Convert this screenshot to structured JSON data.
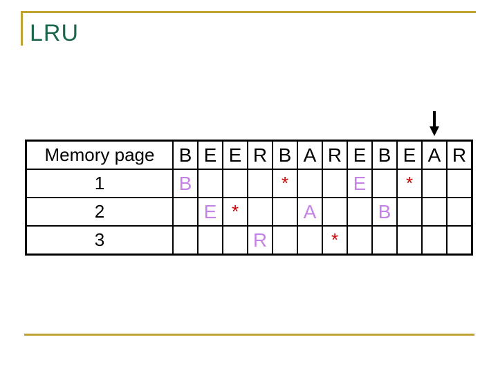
{
  "slide": {
    "title": "LRU",
    "colors": {
      "title_green": "#1A684B",
      "gold": "#C0A231",
      "letter_purple": "#C683E6",
      "star_red": "#CC0000",
      "highlight_yellow": "#FFFF66",
      "table_border": "#000000"
    }
  },
  "table": {
    "header_label": "Memory page",
    "references": [
      "B",
      "E",
      "E",
      "R",
      "B",
      "A",
      "R",
      "E",
      "B",
      "E",
      "A",
      "R"
    ],
    "rows": [
      {
        "label": "1",
        "cells": [
          {
            "text": "B",
            "kind": "letter"
          },
          {},
          {},
          {},
          {
            "text": "*",
            "kind": "star"
          },
          {},
          {},
          {
            "text": "E",
            "kind": "letter"
          },
          {},
          {
            "text": "*",
            "kind": "star",
            "hl": true
          },
          {},
          {}
        ]
      },
      {
        "label": "2",
        "cells": [
          {},
          {
            "text": "E",
            "kind": "letter"
          },
          {
            "text": "*",
            "kind": "star"
          },
          {},
          {},
          {
            "text": "A",
            "kind": "letter"
          },
          {},
          {},
          {
            "text": "B",
            "kind": "letter",
            "hl": true
          },
          {
            "hl": true
          },
          {},
          {}
        ]
      },
      {
        "label": "3",
        "cells": [
          {},
          {},
          {},
          {
            "text": "R",
            "kind": "letter"
          },
          {},
          {},
          {
            "text": "*",
            "kind": "star",
            "hl": true
          },
          {
            "hl": true
          },
          {
            "hl": true
          },
          {
            "hl": true
          },
          {},
          {}
        ]
      }
    ],
    "arrow_column": 11
  }
}
